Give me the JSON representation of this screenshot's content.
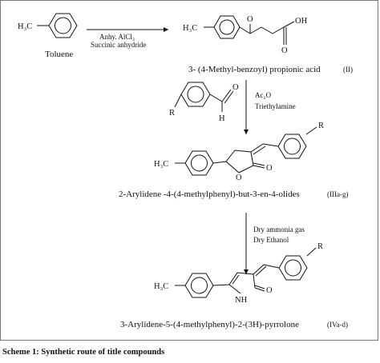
{
  "reactant": {
    "label": "Toluene",
    "methyl": "H₃C"
  },
  "step1": {
    "reagent1": "Anhy. AlCl₃",
    "reagent2": "Succinic anhydride"
  },
  "product1": {
    "methyl": "H₃C",
    "oxo": "O",
    "carboxyl_oh": "OH",
    "carbonyl_o": "O",
    "name": "3- (4-Methyl-benzoyl) propionic acid",
    "code": "(II)"
  },
  "aldehyde": {
    "substituent": "R",
    "h": "H",
    "o": "O"
  },
  "step2": {
    "reagent1": "Ac₂O",
    "reagent2": "Triethylamine"
  },
  "product2": {
    "methyl": "H₃C",
    "ring_o": "O",
    "carbonyl_o": "O",
    "substituent": "R",
    "name": "2-Arylidene -4-(4-methylphenyl)-but-3-en-4-olides",
    "code": "(IIIa-g)"
  },
  "step3": {
    "reagent1": "Dry ammonia gas",
    "reagent2": "Dry Ethanol"
  },
  "product3": {
    "methyl": "H₃C",
    "nh": "NH",
    "carbonyl_o": "O",
    "substituent": "R",
    "name": "3-Arylidene-5-(4-methylphenyl)-2-(3H)-pyrrolone",
    "code": "(IVa-d)"
  },
  "caption": "Scheme 1: Synthetic route of title compounds"
}
